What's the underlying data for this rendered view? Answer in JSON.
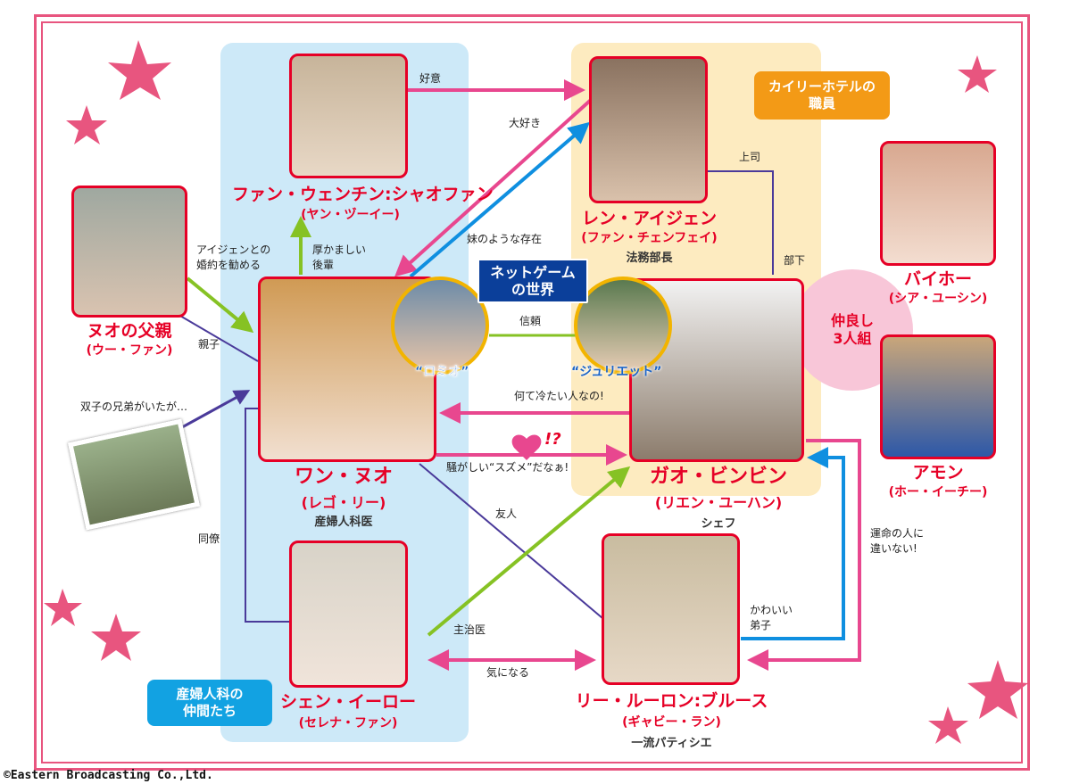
{
  "colors": {
    "pink": "#e8478f",
    "blue": "#0f8fe0",
    "green": "#86c224",
    "purple": "#4a3a9a",
    "red": "#e60026"
  },
  "groups": {
    "hotel": "カイリーホテルの\n職員",
    "hospital": "産婦人科の\n仲間たち",
    "trio": "仲良し\n3人組",
    "netgame": "ネットゲーム\nの世界"
  },
  "characters": {
    "fan": {
      "name": "ファン・ウェンチン:シャオファン",
      "actor": "(ヤン・ヅーイー)"
    },
    "ren": {
      "name": "レン・アイジェン",
      "actor": "(ファン・チェンフェイ)",
      "role": "法務部長"
    },
    "father": {
      "name": "ヌオの父親",
      "actor": "(ウー・ファン)"
    },
    "wan": {
      "name": "ワン・ヌオ",
      "actor": "(レゴ・リー)",
      "role": "産婦人科医"
    },
    "gao": {
      "name": "ガオ・ビンビン",
      "actor": "(リエン・ユーハン)",
      "role": "シェフ"
    },
    "bai": {
      "name": "バイホー",
      "actor": "(シア・ユーシン)"
    },
    "amon": {
      "name": "アモン",
      "actor": "(ホー・イーチー)"
    },
    "shen": {
      "name": "シェン・イーロー",
      "actor": "(セレナ・ファン)"
    },
    "li": {
      "name": "リー・ルーロン:ブルース",
      "actor": "(ギャビー・ラン)",
      "role": "一流パティシエ"
    },
    "romeo": {
      "tag": "“ロミオ”"
    },
    "juliet": {
      "tag": "“ジュリエット”"
    }
  },
  "relations": {
    "r1": "好意",
    "r2": "大好き",
    "r3": "上司",
    "r4": "部下",
    "r5": "厚かましい\n後輩",
    "r6": "妹のような存在",
    "r7": "アイジェンとの\n婚約を勧める",
    "r8": "親子",
    "r9": "信頼",
    "r10": "双子の兄弟がいたが…",
    "r11": "何て冷たい人なの!",
    "r12": "!?",
    "r13": "騒がしい“スズメ”だなぁ!",
    "r14": "友人",
    "r15": "同僚",
    "r16": "運命の人に\n違いない!",
    "r17": "かわいい\n弟子",
    "r18": "主治医",
    "r19": "気になる"
  },
  "copyright": "©Eastern Broadcasting Co.,Ltd."
}
